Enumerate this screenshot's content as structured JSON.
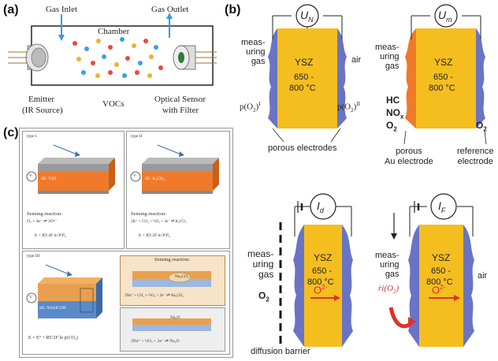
{
  "panels": {
    "a": "(a)",
    "b": "(b)",
    "c": "(c)"
  },
  "panel_a": {
    "gas_inlet": "Gas Inlet",
    "gas_outlet": "Gas Outlet",
    "chamber": "Chamber",
    "emitter": "Emitter",
    "emitter_sub": "(IR Source)",
    "vocs": "VOCs",
    "sensor": "Optical Sensor",
    "sensor_sub": "with Filter"
  },
  "panel_b": {
    "un": "U",
    "un_sub": "N",
    "um": "U",
    "um_sub": "m",
    "measuring_gas": [
      "meas-",
      "uring",
      "gas"
    ],
    "air": "air",
    "ysz": "YSZ",
    "temp1": "650 -",
    "temp2": "800 °C",
    "po2_1": "p(O",
    "po2_1_tail": "2",
    "po2_1_sup": "I",
    "po2_2": "p(O",
    "po2_2_tail": "2",
    "po2_2_sup": "II",
    "porous_electrodes": "porous electrodes",
    "hc": "HC",
    "nox": "NO",
    "nox_sub": "x",
    "o2_left": "O",
    "o2_left_sub": "2",
    "o2_right": "O",
    "o2_right_sub": "2",
    "porous_au": [
      "porous",
      "Au electrode"
    ],
    "reference": [
      "reference",
      "electrode"
    ],
    "id": "I",
    "id_sub": "d",
    "if": "I",
    "if_sub": "F",
    "o2_mid": "O",
    "o2_mid_sub": "2",
    "o2_ion": "O",
    "o2_ion_sup": "2-",
    "diffusion_barrier": "diffusion barrier",
    "ri_o2": "ṙi(O",
    "ri_o2_tail": "2",
    "air2": "air"
  },
  "panel_c": {
    "type1": "type I",
    "type2": "type II",
    "type3": "type III",
    "sensing_reaction": "Sensing reaction:",
    "eq1": "O₂ + 4e⁻ ⇌ 2O²⁻",
    "eq1_nernst": "E = RT/4F ln P/P₀",
    "eq2": "2K⁺ + CO₂ + ½O₂ + 2e⁻ ⇌ K₂CO₃",
    "eq2_nernst": "E = RT/2F ln P/P₀",
    "eq3a": "2Na⁺ + CO₂ + ½O₂ + 2e⁻ ⇌ Na₂CO₃",
    "eq3b": "2Na⁺ + ½O₂ + 2e⁻ ⇌ Na₂O",
    "eq3_nernst": "E = E° + RT/2F ln p(CO₂)",
    "se_ysz": "SE: YSZ",
    "se_k2co3": "SE: K₂CO₃",
    "se_nasicon": "SE: NASICON",
    "na2co3": "Na₂CO₃",
    "na2o": "Na₂O",
    "v": "V"
  },
  "colors": {
    "ysz": "#f5be1f",
    "electrode_blue": "#6a74c4",
    "electrode_orange": "#f07a2a",
    "arrow_blue": "#2e8fd8",
    "red": "#e0302a"
  }
}
